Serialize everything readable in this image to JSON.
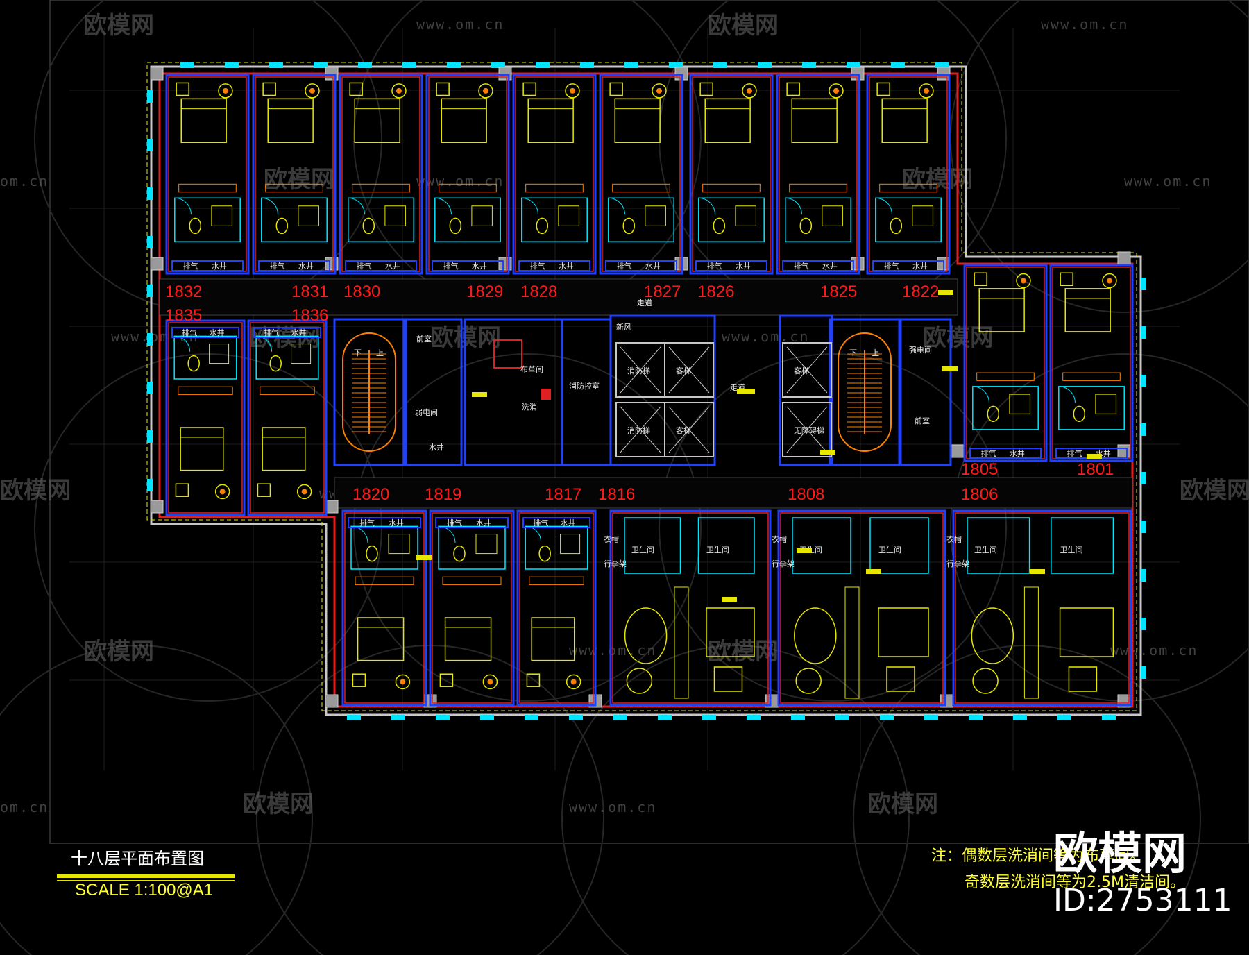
{
  "drawing": {
    "title": "十八层平面布置图",
    "scale": "SCALE    1:100@A1",
    "note_line1": "注：偶数层洗消间等为布草间。",
    "note_line2": "奇数层洗消间等为2.5M清洁间。",
    "brand": "欧模网",
    "id_label": "ID:2753111"
  },
  "watermarks": {
    "brand": "欧模网",
    "url": "www.om.cn",
    "url_short": "om.cn"
  },
  "room_numbers": {
    "top_row": [
      "1832",
      "1831",
      "1830",
      "1829",
      "1828",
      "1827",
      "1826",
      "1825",
      "1822"
    ],
    "left_wing": [
      "1835",
      "1836"
    ],
    "bottom_row": [
      "1820",
      "1819",
      "1817",
      "1816",
      "1808",
      "1806"
    ],
    "right_wing": [
      "1805",
      "1801"
    ]
  },
  "core_labels": {
    "corridor": "走道",
    "lobby": "前室",
    "power_room": "弱电间",
    "strong_power": "强电间",
    "water_shaft": "水井",
    "fire_control": "消防控室",
    "linen": "布草间",
    "wash": "洗消",
    "exhaust": "排气",
    "fresh_air": "新风",
    "bathroom": "卫生间",
    "wardrobe": "衣帽",
    "luggage": "行李架",
    "elevator": "客梯",
    "fire_elevator": "消防梯",
    "barrier_free": "无障碍梯",
    "stair_up": "上",
    "stair_down": "下"
  },
  "colors": {
    "background": "#000000",
    "wall_red": "#e02020",
    "wall_blue": "#2040ff",
    "furniture_yellow": "#e6e600",
    "cyan": "#00e5ff",
    "outline": "#c8c8c8",
    "orange": "#ff8000",
    "room_number": "#ff1a1a"
  }
}
